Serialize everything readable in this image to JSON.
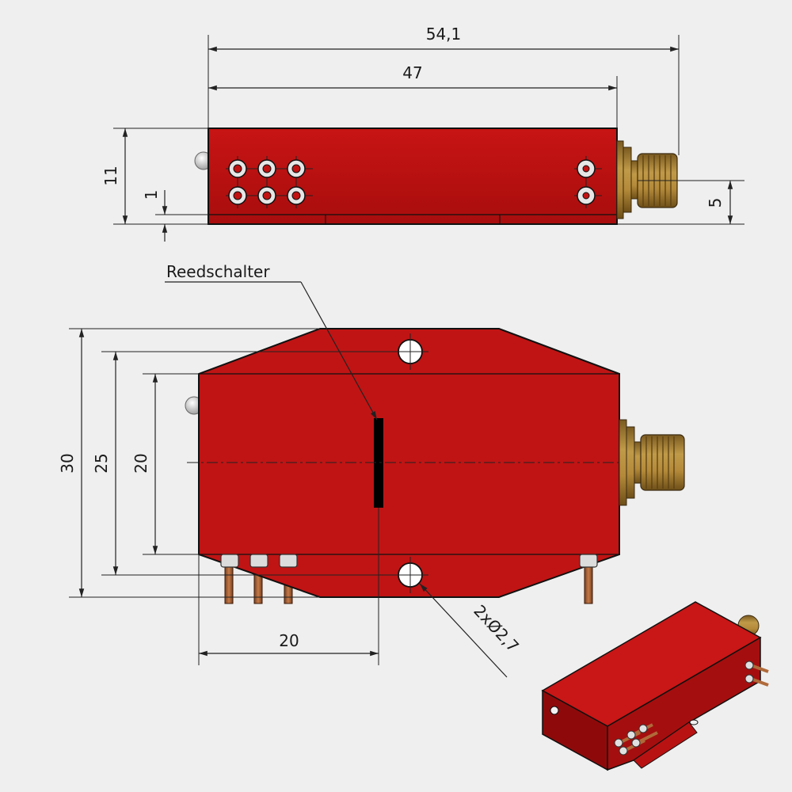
{
  "colors": {
    "background": "#efefef",
    "housing_red": "#c21212",
    "housing_red_dark": "#9c0b0b",
    "housing_red_light": "#d42222",
    "connector_gold": "#b48a3a",
    "connector_gold_dark": "#7a5a20",
    "pin_copper": "#b06a3a",
    "pin_cap": "#d8d8d8",
    "reed_switch": "#000000",
    "line": "#222222"
  },
  "dimensions": {
    "overall_length": "54,1",
    "body_length": "47",
    "height": "11",
    "base_offset": "1",
    "connector_axis_height": "5",
    "width_total": "30",
    "mounting_hole_spacing": "25",
    "body_width": "20",
    "reed_position": "20",
    "hole_callout": "2xØ2,7"
  },
  "labels": {
    "reed_switch": "Reedschalter"
  },
  "icons": {
    "connector": "sma-connector",
    "pin": "solder-pin",
    "hole": "mounting-hole"
  }
}
